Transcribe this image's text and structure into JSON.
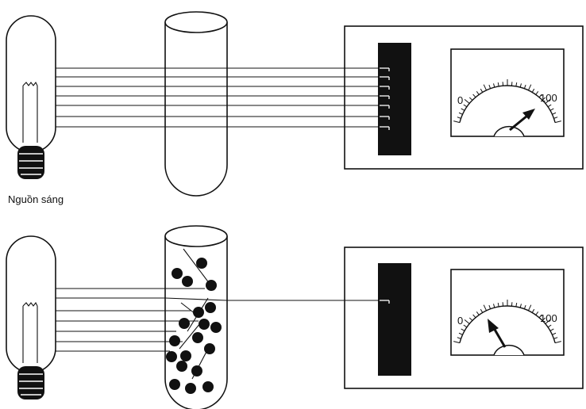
{
  "diagram": {
    "source_label": "Nguồn sáng",
    "panels": [
      {
        "id": "top",
        "meter": {
          "min_label": "0",
          "max_label": "100"
        }
      },
      {
        "id": "bottom",
        "meter": {
          "min_label": "0",
          "max_label": "100"
        }
      }
    ]
  }
}
